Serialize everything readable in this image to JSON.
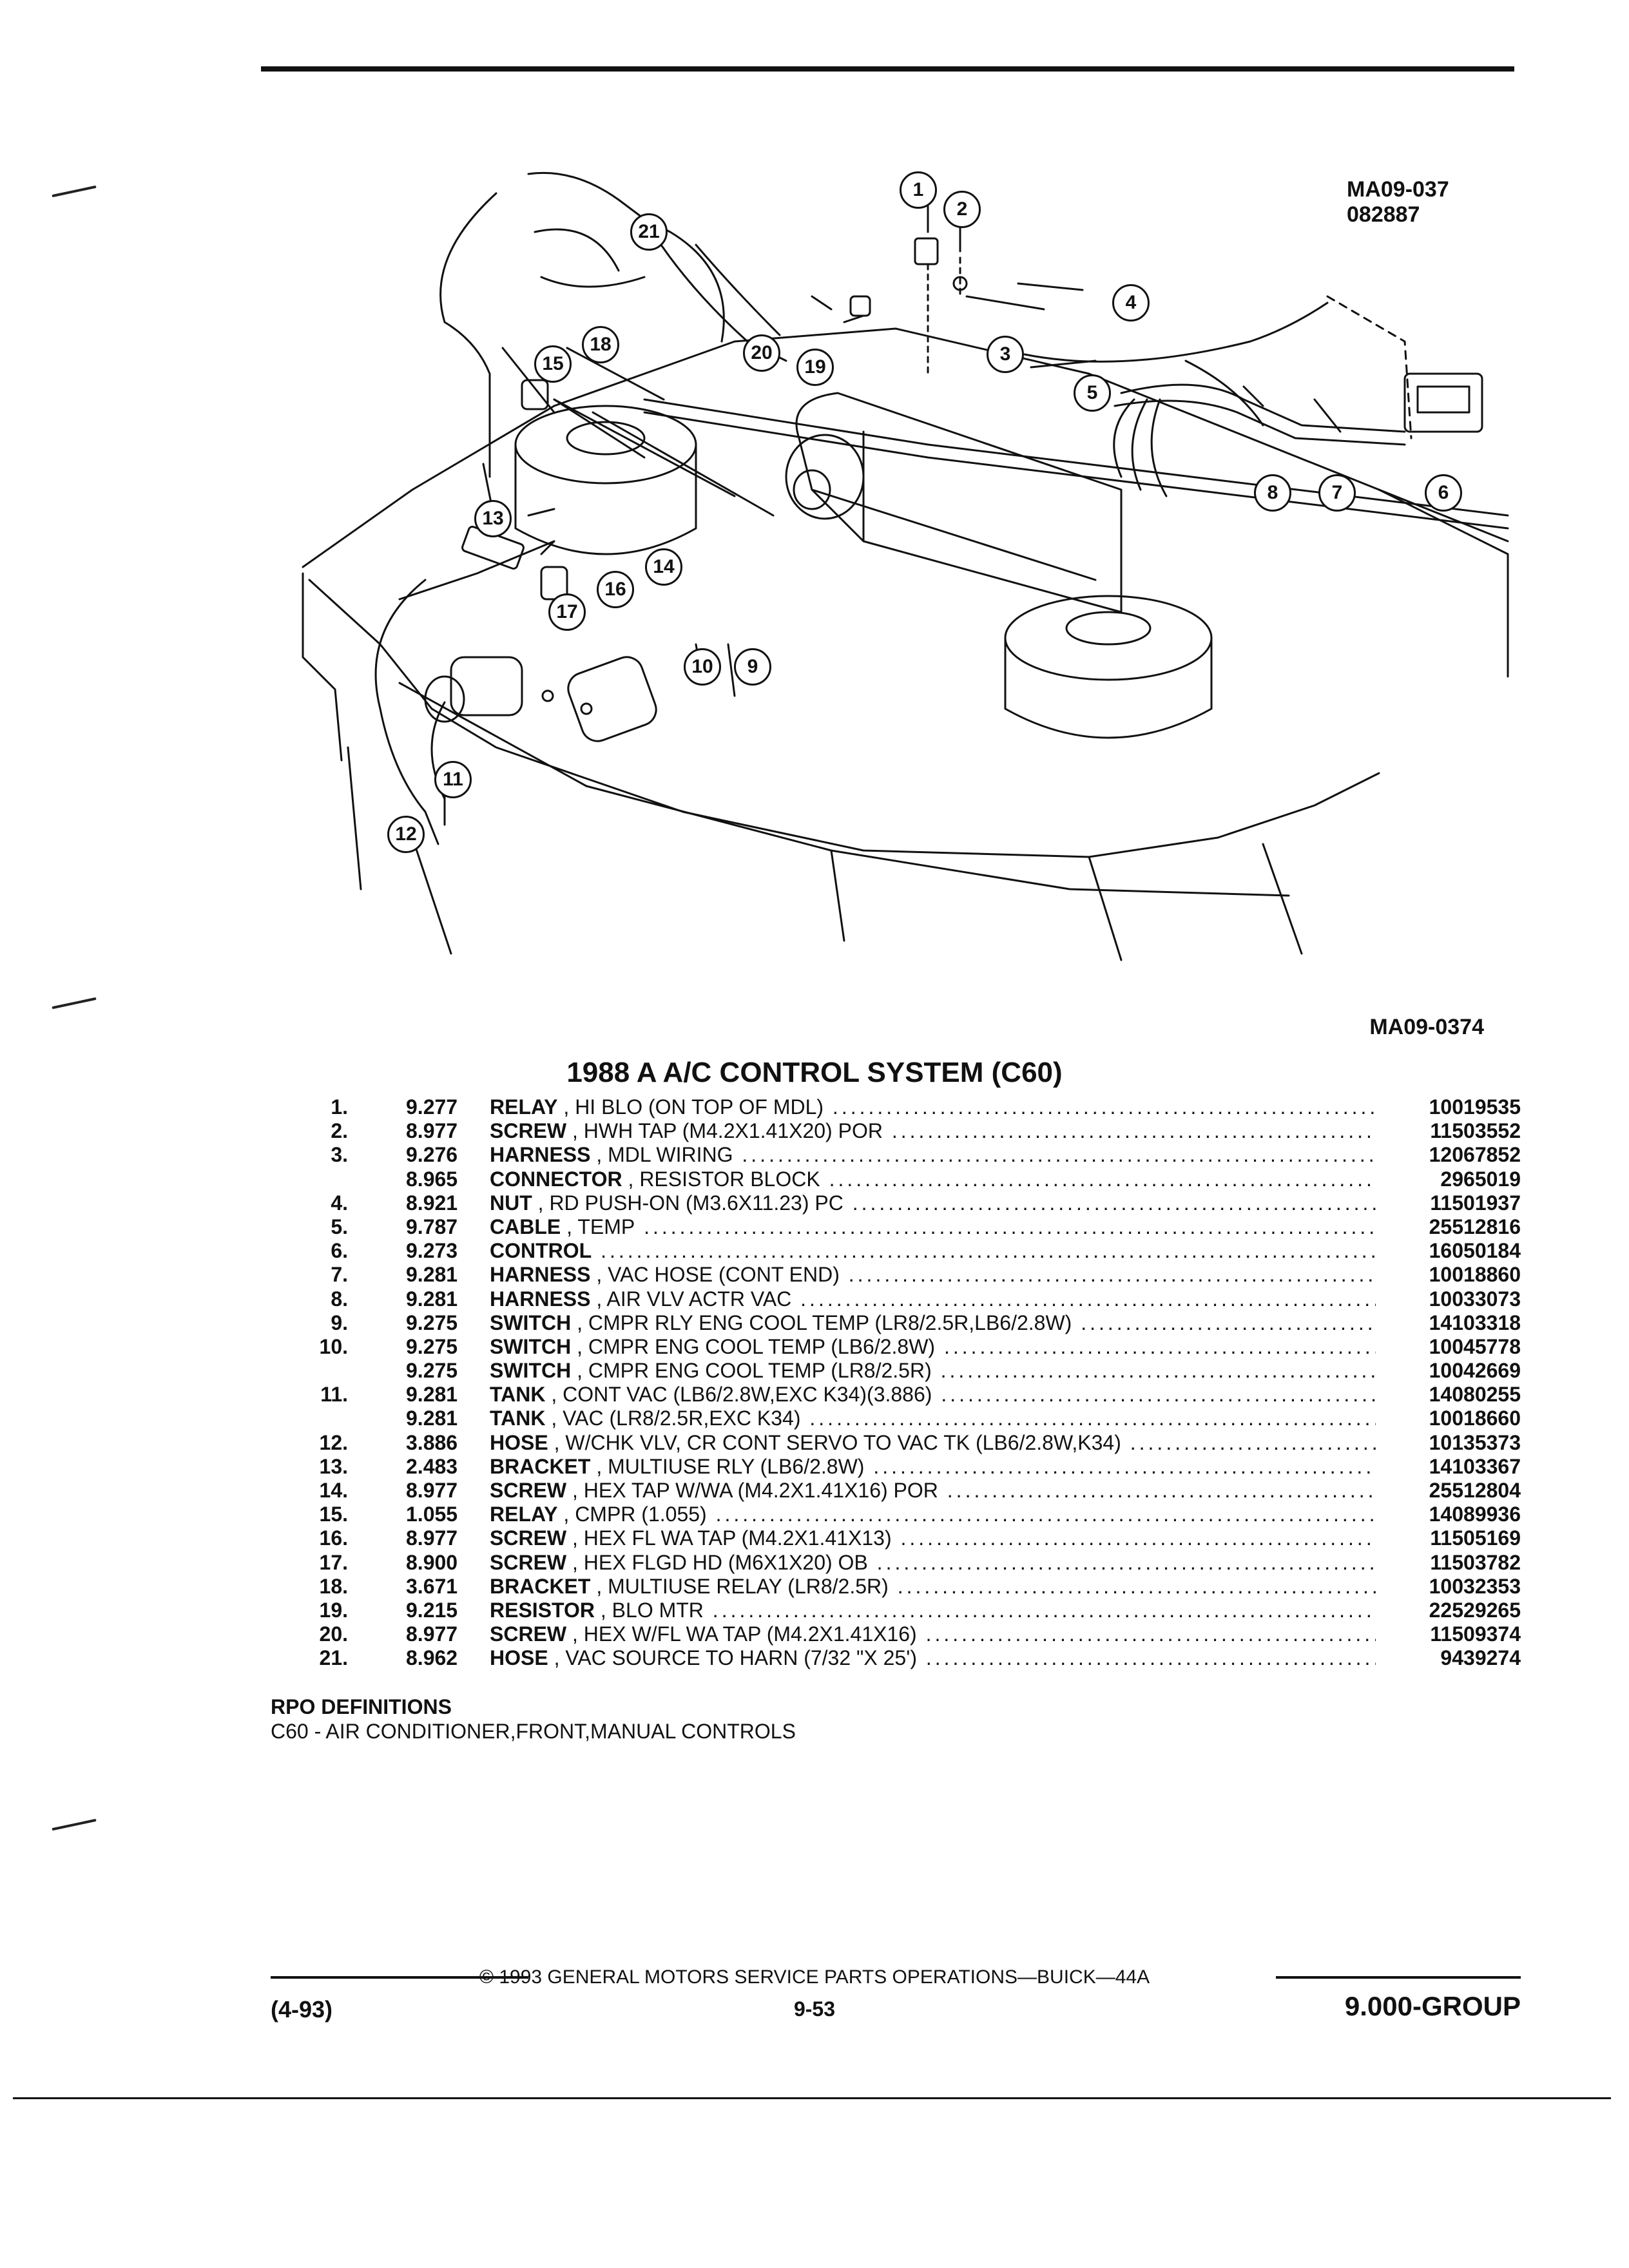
{
  "drawing": {
    "id_top": "MA09-037",
    "date_code": "082887",
    "id_bottom": "MA09-0374",
    "callouts": [
      "1",
      "2",
      "3",
      "4",
      "5",
      "6",
      "7",
      "8",
      "9",
      "10",
      "11",
      "12",
      "13",
      "14",
      "15",
      "16",
      "17",
      "18",
      "19",
      "20",
      "21"
    ]
  },
  "title": "1988 A A/C CONTROL SYSTEM (C60)",
  "parts": [
    {
      "num": "1.",
      "group": "9.277",
      "name": "RELAY",
      "desc": "HI BLO (ON TOP OF MDL)",
      "part": "10019535"
    },
    {
      "num": "2.",
      "group": "8.977",
      "name": "SCREW",
      "desc": "HWH TAP (M4.2X1.41X20) POR",
      "part": "11503552"
    },
    {
      "num": "3.",
      "group": "9.276",
      "name": "HARNESS",
      "desc": "MDL WIRING",
      "part": "12067852"
    },
    {
      "num": "",
      "group": "8.965",
      "name": "CONNECTOR",
      "desc": "RESISTOR BLOCK",
      "part": "2965019"
    },
    {
      "num": "4.",
      "group": "8.921",
      "name": "NUT",
      "desc": "RD PUSH-ON (M3.6X11.23) PC",
      "part": "11501937"
    },
    {
      "num": "5.",
      "group": "9.787",
      "name": "CABLE",
      "desc": "TEMP",
      "part": "25512816"
    },
    {
      "num": "6.",
      "group": "9.273",
      "name": "CONTROL",
      "desc": "",
      "part": "16050184"
    },
    {
      "num": "7.",
      "group": "9.281",
      "name": "HARNESS",
      "desc": "VAC HOSE (CONT END)",
      "part": "10018860"
    },
    {
      "num": "8.",
      "group": "9.281",
      "name": "HARNESS",
      "desc": "AIR VLV ACTR VAC",
      "part": "10033073"
    },
    {
      "num": "9.",
      "group": "9.275",
      "name": "SWITCH",
      "desc": "CMPR RLY ENG COOL TEMP (LR8/2.5R,LB6/2.8W)",
      "part": "14103318"
    },
    {
      "num": "10.",
      "group": "9.275",
      "name": "SWITCH",
      "desc": "CMPR ENG COOL TEMP (LB6/2.8W)",
      "part": "10045778"
    },
    {
      "num": "",
      "group": "9.275",
      "name": "SWITCH",
      "desc": "CMPR ENG COOL TEMP (LR8/2.5R)",
      "part": "10042669"
    },
    {
      "num": "11.",
      "group": "9.281",
      "name": "TANK",
      "desc": "CONT VAC (LB6/2.8W,EXC K34)(3.886)",
      "part": "14080255"
    },
    {
      "num": "",
      "group": "9.281",
      "name": "TANK",
      "desc": "VAC (LR8/2.5R,EXC K34)",
      "part": "10018660"
    },
    {
      "num": "12.",
      "group": "3.886",
      "name": "HOSE",
      "desc": "W/CHK VLV, CR CONT SERVO TO VAC TK (LB6/2.8W,K34)",
      "part": "10135373"
    },
    {
      "num": "13.",
      "group": "2.483",
      "name": "BRACKET",
      "desc": "MULTIUSE RLY (LB6/2.8W)",
      "part": "14103367"
    },
    {
      "num": "14.",
      "group": "8.977",
      "name": "SCREW",
      "desc": "HEX TAP W/WA (M4.2X1.41X16) POR",
      "part": "25512804"
    },
    {
      "num": "15.",
      "group": "1.055",
      "name": "RELAY",
      "desc": "CMPR (1.055)",
      "part": "14089936"
    },
    {
      "num": "16.",
      "group": "8.977",
      "name": "SCREW",
      "desc": "HEX FL WA TAP (M4.2X1.41X13)",
      "part": "11505169"
    },
    {
      "num": "17.",
      "group": "8.900",
      "name": "SCREW",
      "desc": "HEX FLGD HD (M6X1X20) OB",
      "part": "11503782"
    },
    {
      "num": "18.",
      "group": "3.671",
      "name": "BRACKET",
      "desc": "MULTIUSE RELAY (LR8/2.5R)",
      "part": "10032353"
    },
    {
      "num": "19.",
      "group": "9.215",
      "name": "RESISTOR",
      "desc": "BLO MTR",
      "part": "22529265"
    },
    {
      "num": "20.",
      "group": "8.977",
      "name": "SCREW",
      "desc": "HEX W/FL WA TAP (M4.2X1.41X16)",
      "part": "11509374"
    },
    {
      "num": "21.",
      "group": "8.962",
      "name": "HOSE",
      "desc": "VAC SOURCE TO HARN (7/32 \"X 25')",
      "part": "9439274"
    }
  ],
  "rpo": {
    "heading": "RPO DEFINITIONS",
    "line": "C60 - AIR CONDITIONER,FRONT,MANUAL CONTROLS"
  },
  "footer": {
    "date": "(4-93)",
    "copyright": "© 1993 GENERAL MOTORS SERVICE PARTS OPERATIONS—BUICK—44A",
    "page": "9-53",
    "group": "9.000-GROUP"
  }
}
